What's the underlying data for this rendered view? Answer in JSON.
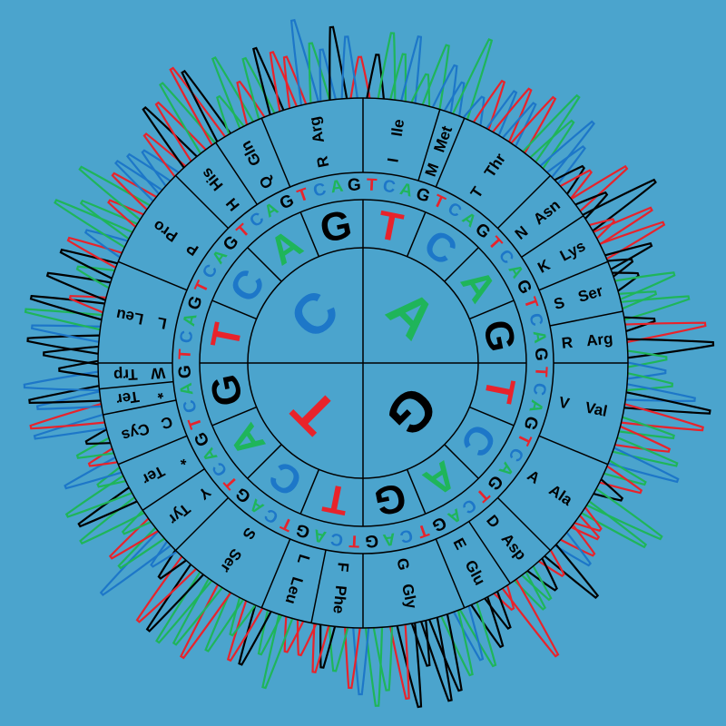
{
  "colors": {
    "background": "#4ba4cd",
    "T": "#e8232b",
    "C": "#1d77c8",
    "A": "#1fb55a",
    "G": "#000000",
    "line": "#000000"
  },
  "base_order": [
    "T",
    "C",
    "A",
    "G"
  ],
  "first_bases": [
    {
      "letter": "A"
    },
    {
      "letter": "G"
    },
    {
      "letter": "T"
    },
    {
      "letter": "C"
    }
  ],
  "amino_acids": [
    {
      "one": "I",
      "three": "Ile",
      "codons": 3
    },
    {
      "one": "M",
      "three": "Met",
      "codons": 1
    },
    {
      "one": "T",
      "three": "Thr",
      "codons": 4
    },
    {
      "one": "N",
      "three": "Asn",
      "codons": 2
    },
    {
      "one": "K",
      "three": "Lys",
      "codons": 2
    },
    {
      "one": "S",
      "three": "Ser",
      "codons": 2
    },
    {
      "one": "R",
      "three": "Arg",
      "codons": 2
    },
    {
      "one": "V",
      "three": "Val",
      "codons": 4
    },
    {
      "one": "A",
      "three": "Ala",
      "codons": 4
    },
    {
      "one": "D",
      "three": "Asp",
      "codons": 2
    },
    {
      "one": "E",
      "three": "Glu",
      "codons": 2
    },
    {
      "one": "G",
      "three": "Gly",
      "codons": 4
    },
    {
      "one": "F",
      "three": "Phe",
      "codons": 2
    },
    {
      "one": "L",
      "three": "Leu",
      "codons": 2
    },
    {
      "one": "S",
      "three": "Ser",
      "codons": 4
    },
    {
      "one": "Y",
      "three": "Tyr",
      "codons": 2
    },
    {
      "one": "*",
      "three": "Ter",
      "codons": 2
    },
    {
      "one": "C",
      "three": "Cys",
      "codons": 2
    },
    {
      "one": "*",
      "three": "Ter",
      "codons": 1
    },
    {
      "one": "W",
      "three": "Trp",
      "codons": 1
    },
    {
      "one": "L",
      "three": "Leu",
      "codons": 4
    },
    {
      "one": "P",
      "three": "Pro",
      "codons": 4
    },
    {
      "one": "H",
      "three": "His",
      "codons": 2
    },
    {
      "one": "Q",
      "three": "Gln",
      "codons": 2
    },
    {
      "one": "R",
      "three": "Arg",
      "codons": 4
    }
  ]
}
